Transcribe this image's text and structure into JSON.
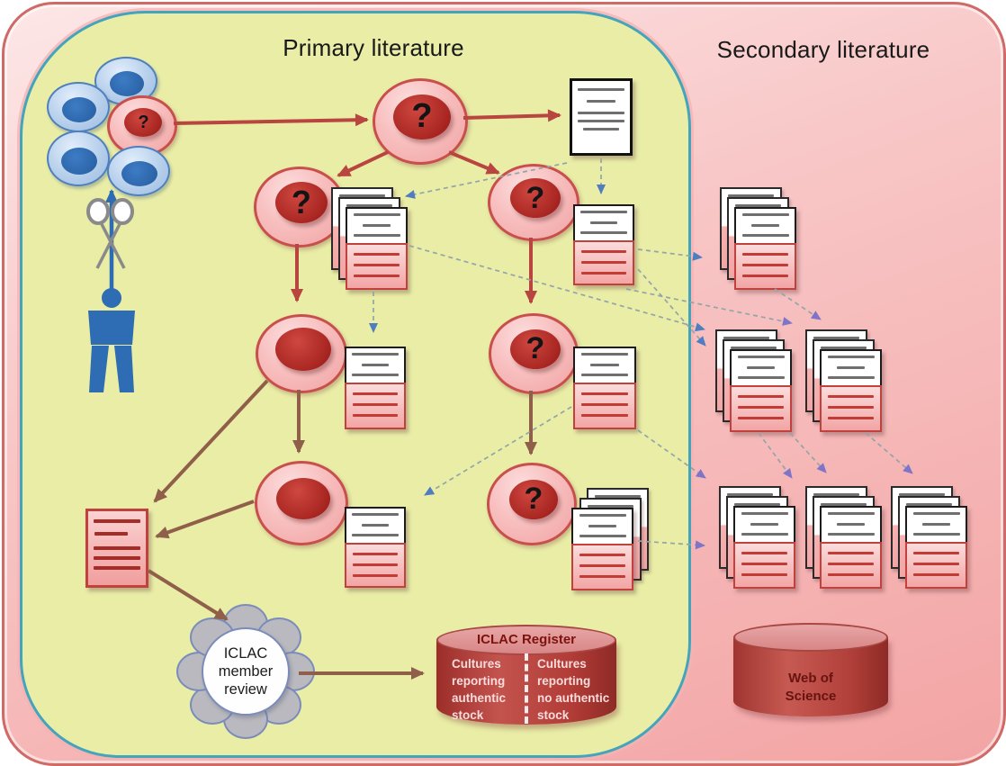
{
  "titles": {
    "primary": "Primary literature",
    "secondary": "Secondary literature"
  },
  "glyphs": {
    "question_mark": "?"
  },
  "review_flower": {
    "line1": "ICLAC",
    "line2": "member",
    "line3": "review"
  },
  "register": {
    "title": "ICLAC Register",
    "left_lines": [
      "Cultures",
      "reporting",
      "authentic",
      "stock"
    ],
    "right_lines": [
      "Cultures",
      "reporting",
      "no authentic",
      "stock"
    ]
  },
  "web_of_science": {
    "line1": "Web of",
    "line2": "Science"
  },
  "icons": [
    "person-icon",
    "scissors-icon",
    "blue-cell-cluster",
    "question-cell-icon",
    "document-icon",
    "paper-stack-icon",
    "database-cylinder-icon",
    "flower-review-icon"
  ],
  "colors": {
    "primary_background": "#e9eda6",
    "secondary_background": "#f6b4b4",
    "primary_border": "#43a4bc",
    "outer_border": "#cf6a66",
    "cell_fill": "#f7bcbc",
    "cell_border": "#c8504c",
    "nucleus_red": "#a5231f",
    "blue_cell_fill": "#b3cdea",
    "blue_cell_nucleus": "#2a62a6",
    "solid_arrow_red": "#b8453f",
    "solid_arrow_brown": "#8f5f4a",
    "person_blue": "#2e6cb3",
    "dashed_line": "#93a5a8",
    "dashed_arrowhead_blue": "#4f7dc0",
    "dashed_arrowhead_purple": "#7f74c8",
    "cylinder_body_red": "#b23c37",
    "cylinder_top_pink": "#d88686",
    "doc_line_gray": "#6f6f6f",
    "doc_line_red": "#c23b35",
    "petal_gray": "#b9b9bf"
  }
}
